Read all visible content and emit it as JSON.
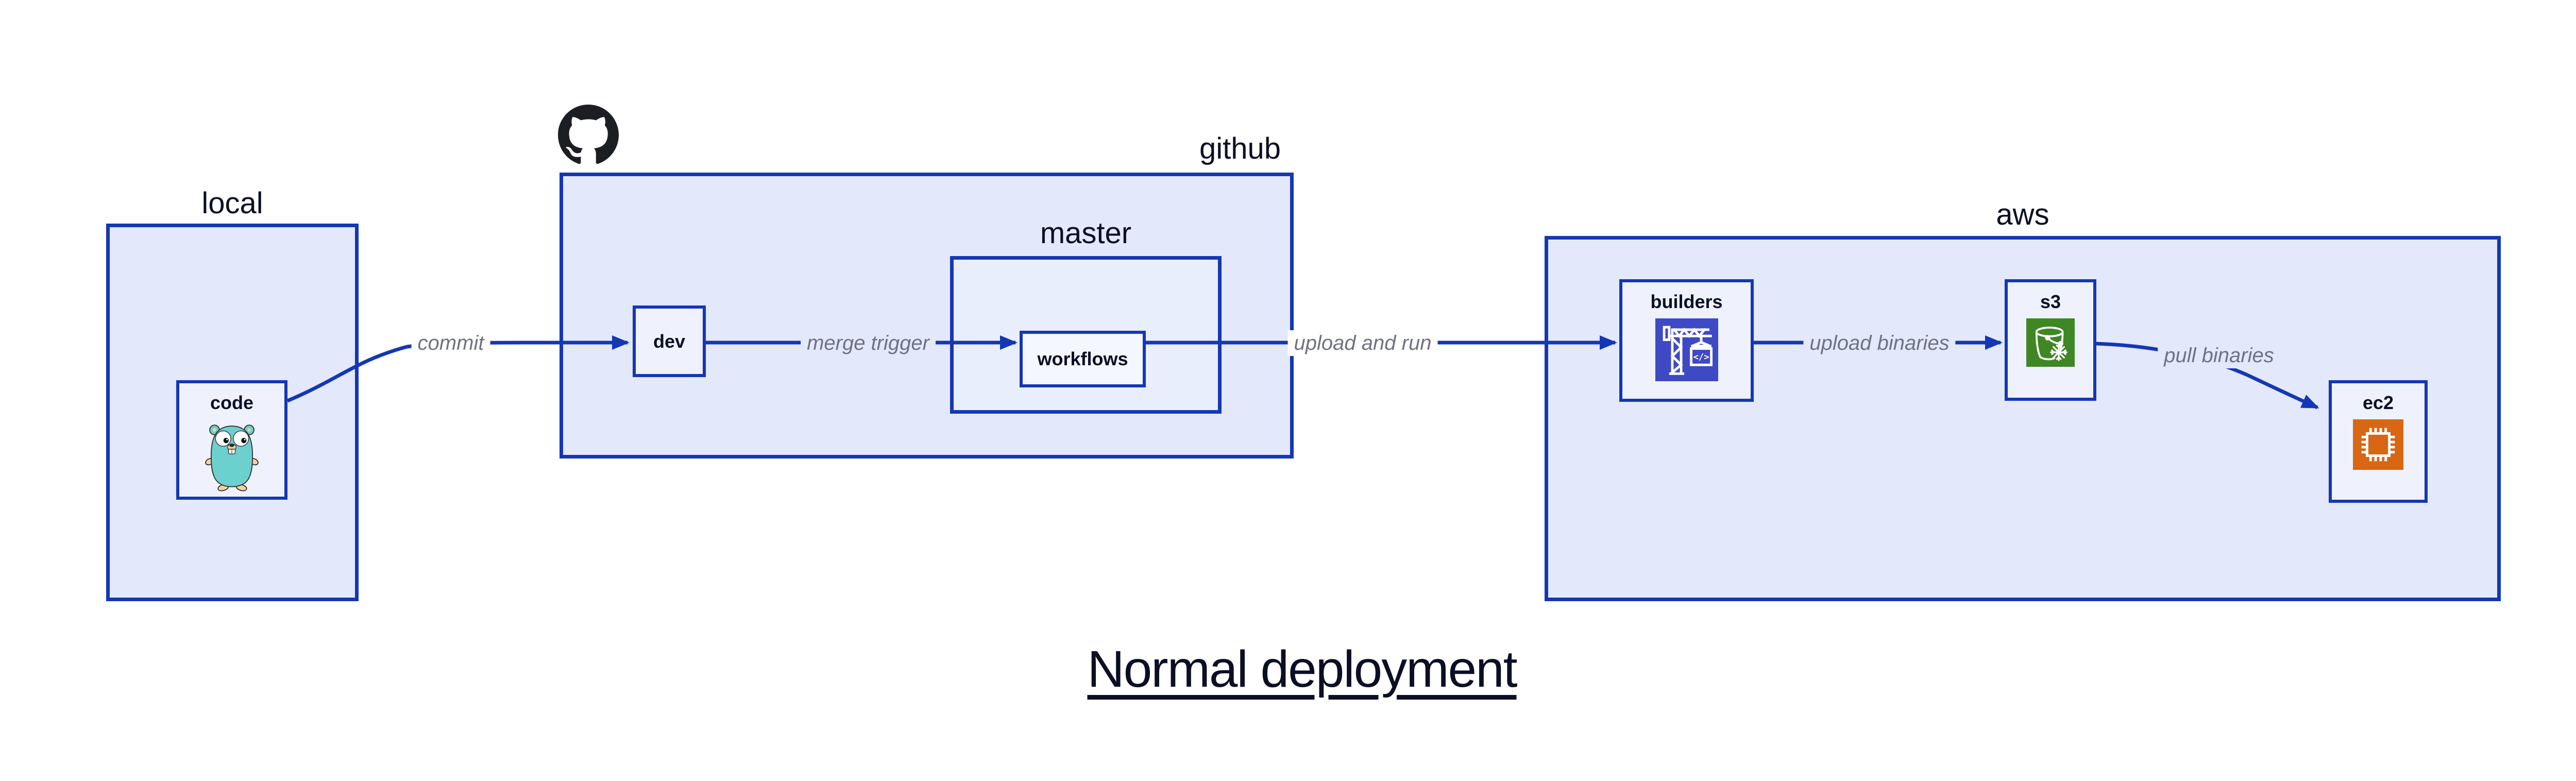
{
  "title": {
    "text": "Normal deployment"
  },
  "containers": {
    "local": {
      "label": "local"
    },
    "github": {
      "label": "github"
    },
    "master": {
      "label": "master"
    },
    "aws": {
      "label": "aws"
    }
  },
  "nodes": {
    "code": {
      "label": "code",
      "icon": "go-gopher-icon"
    },
    "dev": {
      "label": "dev"
    },
    "workflows": {
      "label": "workflows"
    },
    "builders": {
      "label": "builders",
      "icon": "aws-codebuild-crane-icon",
      "icon_glyph": "</>"
    },
    "s3": {
      "label": "s3",
      "icon": "aws-s3-bucket-icon"
    },
    "ec2": {
      "label": "ec2",
      "icon": "aws-ec2-chip-icon"
    }
  },
  "edges": [
    {
      "from": "code",
      "to": "dev",
      "label": "commit"
    },
    {
      "from": "dev",
      "to": "workflows",
      "label": "merge trigger"
    },
    {
      "from": "workflows",
      "to": "builders",
      "label": "upload and run"
    },
    {
      "from": "builders",
      "to": "s3",
      "label": "upload binaries"
    },
    {
      "from": "s3",
      "to": "ec2",
      "label": "pull binaries"
    }
  ],
  "logos": {
    "github": "github-octocat-icon"
  },
  "colors": {
    "canvas_background": "#ffffff",
    "container_fill": "#e3e9fb",
    "node_fill": "#eff2fd",
    "stroke_blue": "#1437b5",
    "label_navy": "#0a0f25",
    "edge_label_gray": "#6e7382",
    "codebuild_indigo": "#3e49c5",
    "s3_green": "#3f8624",
    "ec2_orange": "#d86613",
    "github_black": "#1b1f23",
    "gopher_teal": "#6bd0ce",
    "gopher_tan": "#f6d2a2"
  }
}
